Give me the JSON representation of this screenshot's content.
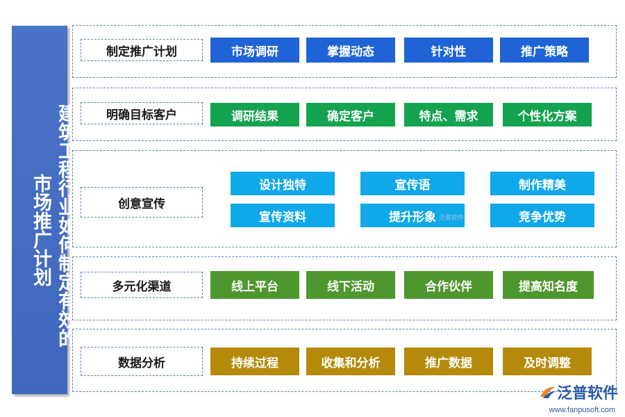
{
  "title_col_1": "建筑工程行业如何制定有效的",
  "title_col_2": "市场推广计划",
  "rows": [
    {
      "label": "制定推广计划",
      "items": [
        "市场调研",
        "掌握动态",
        "针对性",
        "推广策略"
      ]
    },
    {
      "label": "明确目标客户",
      "items": [
        "调研结果",
        "确定客户",
        "特点、需求",
        "个性化方案"
      ]
    },
    {
      "label": "创意宣传",
      "items": [
        "设计独特",
        "宣传语",
        "制作精美",
        "宣传资料",
        "提升形象",
        "竞争优势"
      ]
    },
    {
      "label": "多元化渠道",
      "items": [
        "线上平台",
        "线下活动",
        "合作伙伴",
        "提高知名度"
      ]
    },
    {
      "label": "数据分析",
      "items": [
        "持续过程",
        "收集和分析",
        "推广数据",
        "及时调整"
      ]
    }
  ],
  "watermark": {
    "brand": "泛普软件",
    "url": "www.fanpusoft.com",
    "center": "泛普软件"
  },
  "colors": {
    "panel": "#4a73c7",
    "row1": "#1f63d6",
    "row2": "#14a34f",
    "row3": "#0fa8e8",
    "row4": "#4e972e",
    "row5": "#b58a0a",
    "border": "#5b7ec6"
  }
}
